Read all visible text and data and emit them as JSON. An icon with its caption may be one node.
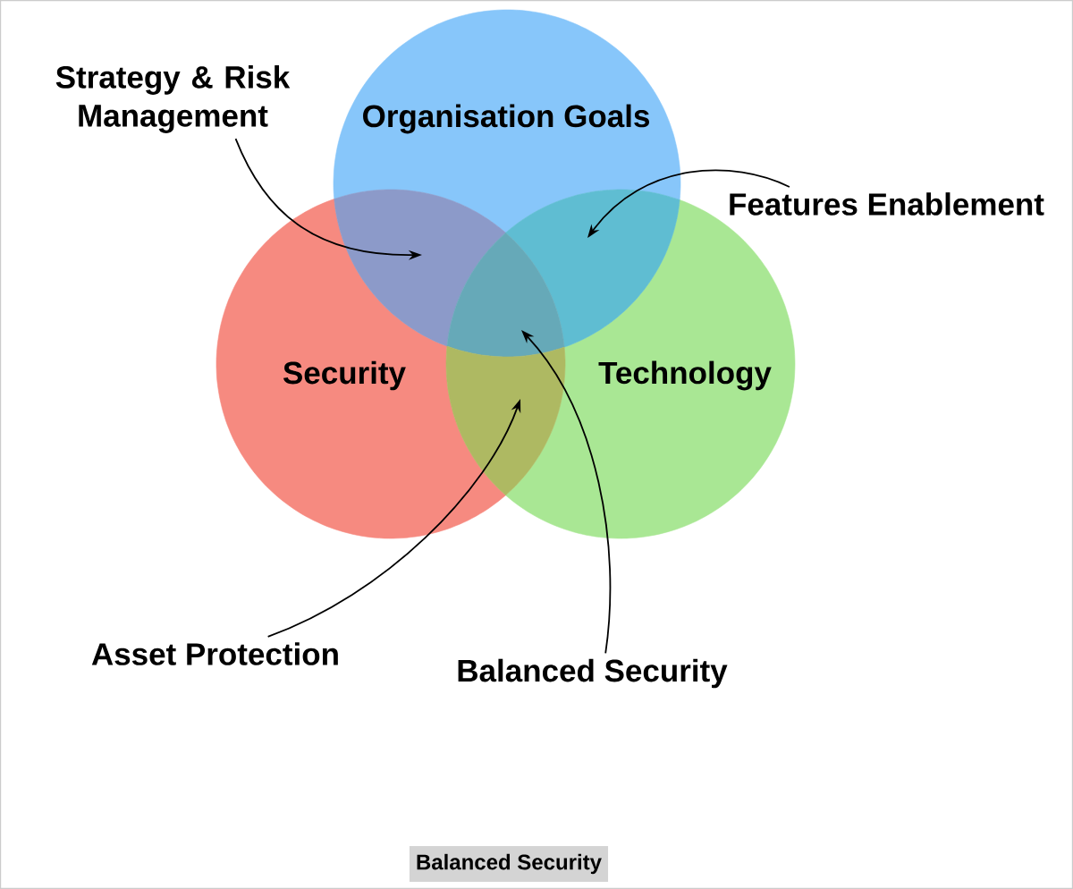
{
  "diagram": {
    "caption": "Balanced Security",
    "nodes": [
      {
        "text": [
          "Strategy & Risk Management"
        ]
      },
      {
        "text": [
          "Organisation Goals"
        ]
      },
      {
        "text": [
          "Features Enablement"
        ]
      },
      {
        "text": [],
        "shape": "lens"
      },
      {
        "text": [],
        "shape": "lens"
      },
      {
        "text": [],
        "shape": "triangle"
      },
      {
        "text": [],
        "shape": "lens"
      },
      {
        "text": [
          "Security"
        ]
      },
      {
        "text": [
          "Technology"
        ]
      },
      {
        "text": [
          "Asset Protection"
        ]
      },
      {
        "text": [
          "Balanced Security"
        ]
      }
    ],
    "edges": [
      {
        "from": 0,
        "to": 3,
        "arrow": "to"
      },
      {
        "from": 2,
        "to": 4,
        "arrow": "to"
      },
      {
        "from": 9,
        "to": 6,
        "arrow": "to"
      },
      {
        "from": 10,
        "to": 5,
        "arrow": "to"
      }
    ]
  }
}
